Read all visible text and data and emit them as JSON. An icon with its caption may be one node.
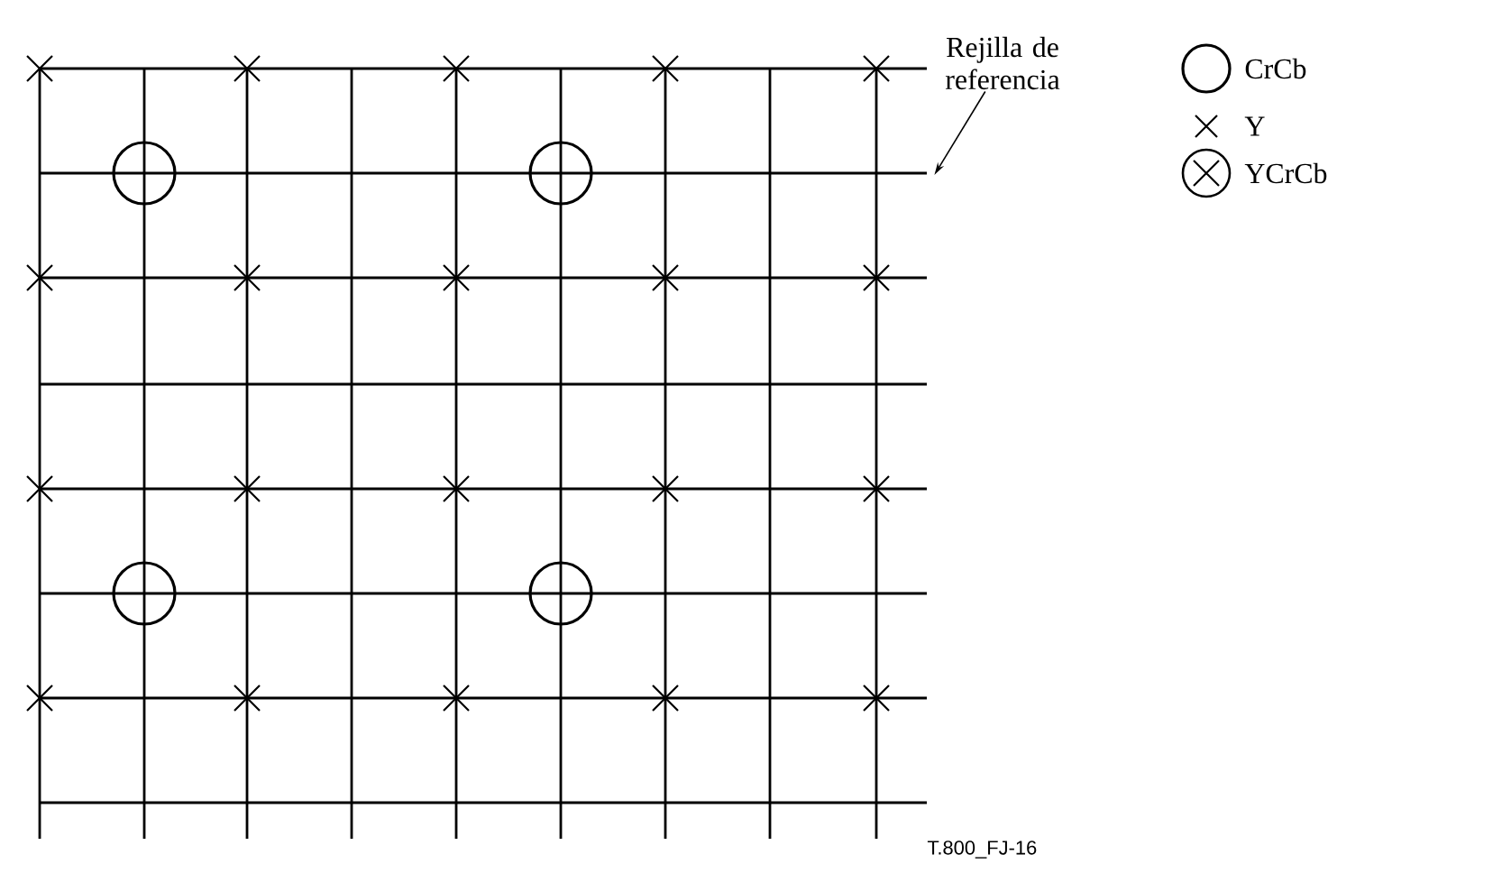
{
  "diagram": {
    "nodes": [
      {
        "text": [
          "Rejilla de referencia"
        ]
      },
      {
        "text": [],
        "shape": "picture"
      }
    ],
    "edges": [
      {
        "from": 0,
        "to": 1,
        "arrow": "to"
      }
    ],
    "labels": [
      "T.800_FJ-16"
    ],
    "legend": [
      {
        "text": "CrCb"
      },
      {
        "text": "Y"
      },
      {
        "text": "YCrCb"
      }
    ]
  }
}
